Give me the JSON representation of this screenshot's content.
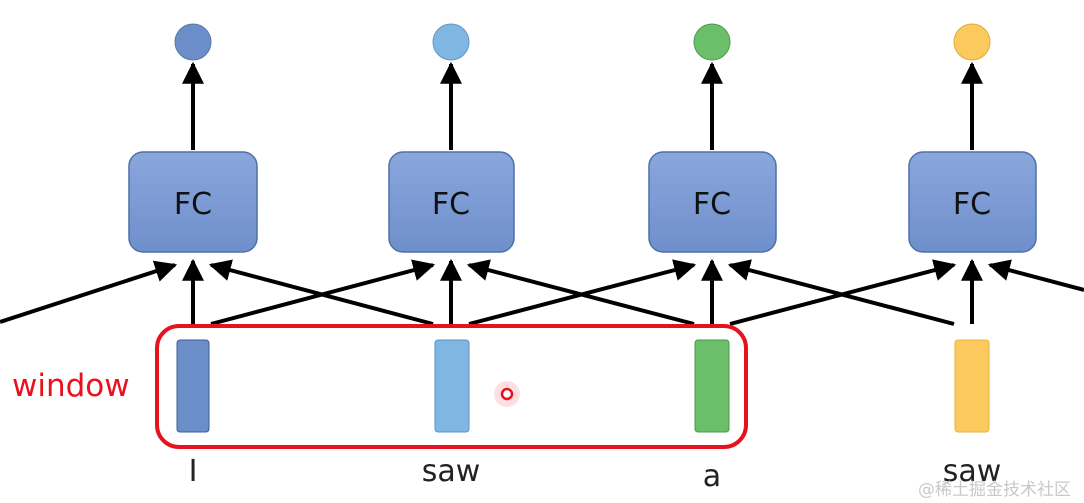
{
  "diagram": {
    "window_label": "window",
    "watermark": "@稀土掘金技术社区",
    "window_color": "#e8111e",
    "columns": [
      {
        "fc_label": "FC",
        "word": "I",
        "color": "#6c8ec8"
      },
      {
        "fc_label": "FC",
        "word": "saw",
        "color": "#7fb6e2"
      },
      {
        "fc_label": "FC",
        "word": "a",
        "color": "#6cbf6a"
      },
      {
        "fc_label": "FC",
        "word": "saw",
        "color": "#fbc95d"
      }
    ]
  }
}
